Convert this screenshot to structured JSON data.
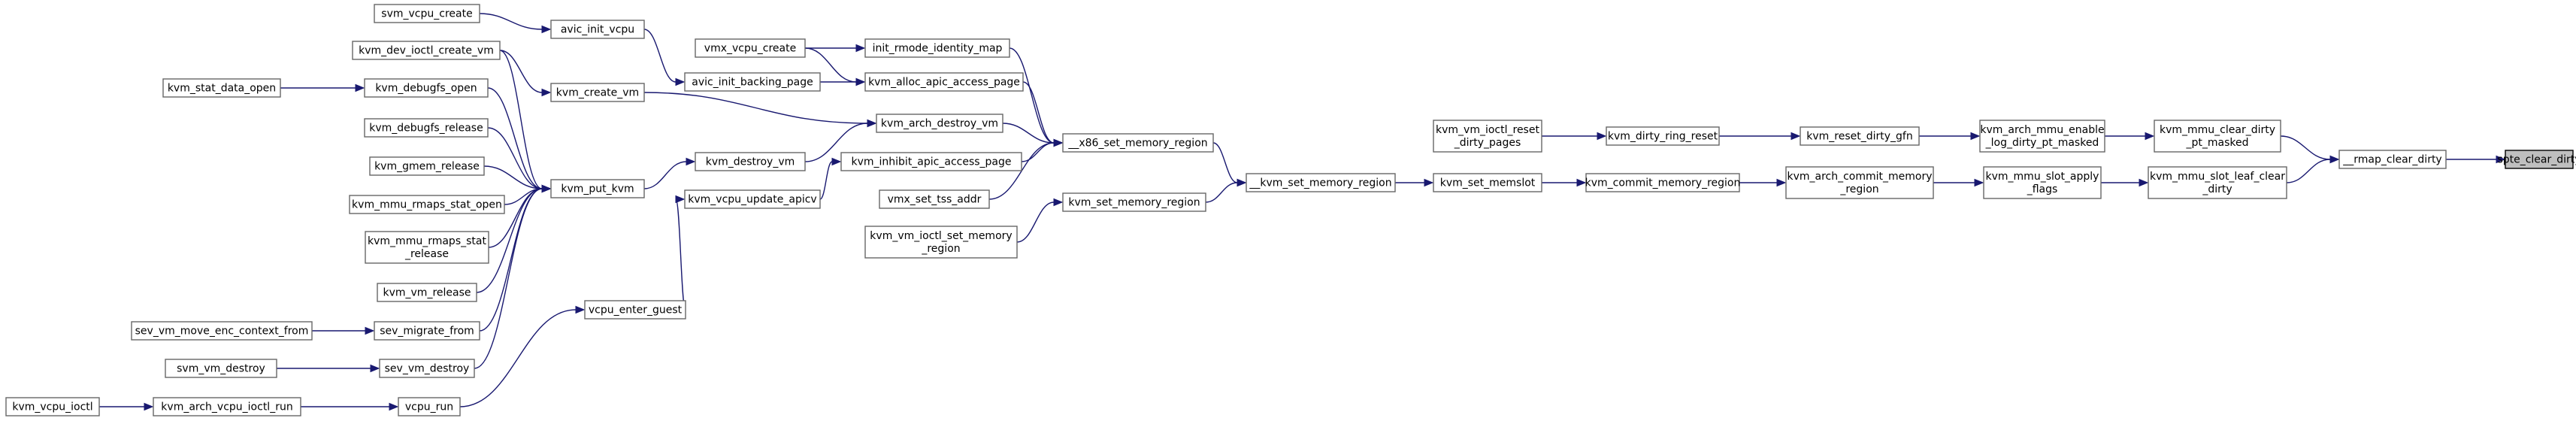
{
  "graph": {
    "root": "spte_clear_dirty",
    "colors": {
      "edge": "#191970",
      "node_border": "#666666",
      "root_fill": "#bfbfbf",
      "node_fill": "#ffffff"
    },
    "nodes": [
      {
        "id": "spte_clear_dirty",
        "lines": [
          "spte_clear_dirty"
        ]
      },
      {
        "id": "rmap_clear_dirty",
        "lines": [
          "__rmap_clear_dirty"
        ]
      },
      {
        "id": "kvm_mmu_clear_dirty_pt_masked",
        "lines": [
          "kvm_mmu_clear_dirty",
          "_pt_masked"
        ]
      },
      {
        "id": "kvm_mmu_slot_leaf_clear_dirty",
        "lines": [
          "kvm_mmu_slot_leaf_clear",
          "_dirty"
        ]
      },
      {
        "id": "kvm_arch_mmu_enable_log_dirty_pt_masked",
        "lines": [
          "kvm_arch_mmu_enable",
          "_log_dirty_pt_masked"
        ]
      },
      {
        "id": "kvm_mmu_slot_apply_flags",
        "lines": [
          "kvm_mmu_slot_apply",
          "_flags"
        ]
      },
      {
        "id": "kvm_reset_dirty_gfn",
        "lines": [
          "kvm_reset_dirty_gfn"
        ]
      },
      {
        "id": "kvm_arch_commit_memory_region",
        "lines": [
          "kvm_arch_commit_memory",
          "_region"
        ]
      },
      {
        "id": "kvm_dirty_ring_reset",
        "lines": [
          "kvm_dirty_ring_reset"
        ]
      },
      {
        "id": "kvm_commit_memory_region",
        "lines": [
          "kvm_commit_memory_region"
        ]
      },
      {
        "id": "kvm_vm_ioctl_reset_dirty_pages",
        "lines": [
          "kvm_vm_ioctl_reset",
          "_dirty_pages"
        ]
      },
      {
        "id": "kvm_set_memslot",
        "lines": [
          "kvm_set_memslot"
        ]
      },
      {
        "id": "kvm_set_memory_region_inner",
        "lines": [
          "__kvm_set_memory_region"
        ]
      },
      {
        "id": "x86_set_memory_region",
        "lines": [
          "__x86_set_memory_region"
        ]
      },
      {
        "id": "kvm_set_memory_region",
        "lines": [
          "kvm_set_memory_region"
        ]
      },
      {
        "id": "kvm_vm_ioctl_set_memory_region",
        "lines": [
          "kvm_vm_ioctl_set_memory",
          "_region"
        ]
      },
      {
        "id": "init_rmode_identity_map",
        "lines": [
          "init_rmode_identity_map"
        ]
      },
      {
        "id": "kvm_alloc_apic_access_page",
        "lines": [
          "kvm_alloc_apic_access_page"
        ]
      },
      {
        "id": "kvm_arch_destroy_vm",
        "lines": [
          "kvm_arch_destroy_vm"
        ]
      },
      {
        "id": "kvm_inhibit_apic_access_page",
        "lines": [
          "kvm_inhibit_apic_access_page"
        ]
      },
      {
        "id": "vmx_set_tss_addr",
        "lines": [
          "vmx_set_tss_addr"
        ]
      },
      {
        "id": "vmx_vcpu_create",
        "lines": [
          "vmx_vcpu_create"
        ]
      },
      {
        "id": "avic_init_backing_page",
        "lines": [
          "avic_init_backing_page"
        ]
      },
      {
        "id": "kvm_create_vm",
        "lines": [
          "kvm_create_vm"
        ]
      },
      {
        "id": "kvm_destroy_vm",
        "lines": [
          "kvm_destroy_vm"
        ]
      },
      {
        "id": "kvm_vcpu_update_apicv",
        "lines": [
          "kvm_vcpu_update_apicv"
        ]
      },
      {
        "id": "avic_init_vcpu",
        "lines": [
          "avic_init_vcpu"
        ]
      },
      {
        "id": "kvm_put_kvm",
        "lines": [
          "kvm_put_kvm"
        ]
      },
      {
        "id": "vcpu_enter_guest",
        "lines": [
          "vcpu_enter_guest"
        ]
      },
      {
        "id": "svm_vcpu_create",
        "lines": [
          "svm_vcpu_create"
        ]
      },
      {
        "id": "kvm_dev_ioctl_create_vm",
        "lines": [
          "kvm_dev_ioctl_create_vm"
        ]
      },
      {
        "id": "kvm_debugfs_open",
        "lines": [
          "kvm_debugfs_open"
        ]
      },
      {
        "id": "kvm_debugfs_release",
        "lines": [
          "kvm_debugfs_release"
        ]
      },
      {
        "id": "kvm_gmem_release",
        "lines": [
          "kvm_gmem_release"
        ]
      },
      {
        "id": "kvm_mmu_rmaps_stat_open",
        "lines": [
          "kvm_mmu_rmaps_stat_open"
        ]
      },
      {
        "id": "kvm_mmu_rmaps_stat_release",
        "lines": [
          "kvm_mmu_rmaps_stat",
          "_release"
        ]
      },
      {
        "id": "kvm_vm_release",
        "lines": [
          "kvm_vm_release"
        ]
      },
      {
        "id": "sev_migrate_from",
        "lines": [
          "sev_migrate_from"
        ]
      },
      {
        "id": "sev_vm_destroy",
        "lines": [
          "sev_vm_destroy"
        ]
      },
      {
        "id": "vcpu_run",
        "lines": [
          "vcpu_run"
        ]
      },
      {
        "id": "kvm_stat_data_open",
        "lines": [
          "kvm_stat_data_open"
        ]
      },
      {
        "id": "sev_vm_move_enc_context_from",
        "lines": [
          "sev_vm_move_enc_context_from"
        ]
      },
      {
        "id": "svm_vm_destroy",
        "lines": [
          "svm_vm_destroy"
        ]
      },
      {
        "id": "kvm_arch_vcpu_ioctl_run",
        "lines": [
          "kvm_arch_vcpu_ioctl_run"
        ]
      },
      {
        "id": "kvm_vcpu_ioctl",
        "lines": [
          "kvm_vcpu_ioctl"
        ]
      }
    ],
    "edges": [
      [
        "rmap_clear_dirty",
        "spte_clear_dirty"
      ],
      [
        "kvm_mmu_clear_dirty_pt_masked",
        "rmap_clear_dirty"
      ],
      [
        "kvm_mmu_slot_leaf_clear_dirty",
        "rmap_clear_dirty"
      ],
      [
        "kvm_arch_mmu_enable_log_dirty_pt_masked",
        "kvm_mmu_clear_dirty_pt_masked"
      ],
      [
        "kvm_mmu_slot_apply_flags",
        "kvm_mmu_slot_leaf_clear_dirty"
      ],
      [
        "kvm_reset_dirty_gfn",
        "kvm_arch_mmu_enable_log_dirty_pt_masked"
      ],
      [
        "kvm_arch_commit_memory_region",
        "kvm_mmu_slot_apply_flags"
      ],
      [
        "kvm_dirty_ring_reset",
        "kvm_reset_dirty_gfn"
      ],
      [
        "kvm_commit_memory_region",
        "kvm_arch_commit_memory_region"
      ],
      [
        "kvm_vm_ioctl_reset_dirty_pages",
        "kvm_dirty_ring_reset"
      ],
      [
        "kvm_set_memslot",
        "kvm_commit_memory_region"
      ],
      [
        "kvm_set_memory_region_inner",
        "kvm_set_memslot"
      ],
      [
        "x86_set_memory_region",
        "kvm_set_memory_region_inner"
      ],
      [
        "kvm_set_memory_region",
        "kvm_set_memory_region_inner"
      ],
      [
        "kvm_vm_ioctl_set_memory_region",
        "kvm_set_memory_region"
      ],
      [
        "init_rmode_identity_map",
        "x86_set_memory_region"
      ],
      [
        "kvm_alloc_apic_access_page",
        "x86_set_memory_region"
      ],
      [
        "kvm_arch_destroy_vm",
        "x86_set_memory_region"
      ],
      [
        "kvm_inhibit_apic_access_page",
        "x86_set_memory_region"
      ],
      [
        "vmx_set_tss_addr",
        "x86_set_memory_region"
      ],
      [
        "vmx_vcpu_create",
        "init_rmode_identity_map"
      ],
      [
        "vmx_vcpu_create",
        "kvm_alloc_apic_access_page"
      ],
      [
        "avic_init_backing_page",
        "kvm_alloc_apic_access_page"
      ],
      [
        "kvm_create_vm",
        "kvm_arch_destroy_vm"
      ],
      [
        "kvm_destroy_vm",
        "kvm_arch_destroy_vm"
      ],
      [
        "kvm_vcpu_update_apicv",
        "kvm_inhibit_apic_access_page"
      ],
      [
        "avic_init_vcpu",
        "avic_init_backing_page"
      ],
      [
        "kvm_put_kvm",
        "kvm_destroy_vm"
      ],
      [
        "vcpu_enter_guest",
        "kvm_vcpu_update_apicv"
      ],
      [
        "svm_vcpu_create",
        "avic_init_vcpu"
      ],
      [
        "kvm_dev_ioctl_create_vm",
        "kvm_create_vm"
      ],
      [
        "kvm_dev_ioctl_create_vm",
        "kvm_put_kvm"
      ],
      [
        "kvm_debugfs_open",
        "kvm_put_kvm"
      ],
      [
        "kvm_debugfs_release",
        "kvm_put_kvm"
      ],
      [
        "kvm_gmem_release",
        "kvm_put_kvm"
      ],
      [
        "kvm_mmu_rmaps_stat_open",
        "kvm_put_kvm"
      ],
      [
        "kvm_mmu_rmaps_stat_release",
        "kvm_put_kvm"
      ],
      [
        "kvm_vm_release",
        "kvm_put_kvm"
      ],
      [
        "sev_migrate_from",
        "kvm_put_kvm"
      ],
      [
        "sev_vm_destroy",
        "kvm_put_kvm"
      ],
      [
        "vcpu_run",
        "vcpu_enter_guest"
      ],
      [
        "kvm_stat_data_open",
        "kvm_debugfs_open"
      ],
      [
        "sev_vm_move_enc_context_from",
        "sev_migrate_from"
      ],
      [
        "svm_vm_destroy",
        "sev_vm_destroy"
      ],
      [
        "kvm_arch_vcpu_ioctl_run",
        "vcpu_run"
      ],
      [
        "kvm_vcpu_ioctl",
        "kvm_arch_vcpu_ioctl_run"
      ]
    ]
  }
}
